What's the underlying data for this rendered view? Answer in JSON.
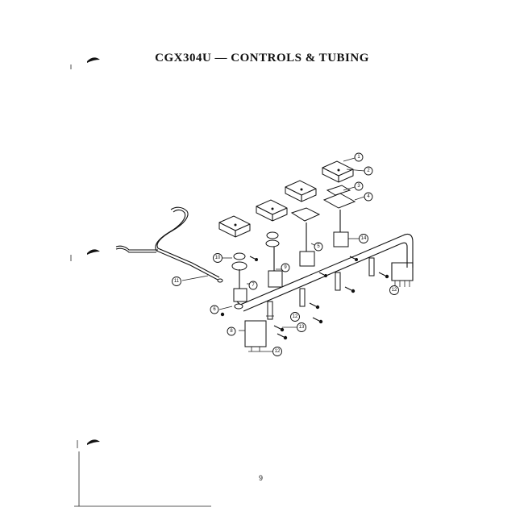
{
  "title": "CGX304U — CONTROLS & TUBING",
  "page_number": "9",
  "callouts": [
    {
      "id": "c1",
      "label": "1"
    },
    {
      "id": "c2",
      "label": "2"
    },
    {
      "id": "c3",
      "label": "3"
    },
    {
      "id": "c4",
      "label": "4"
    },
    {
      "id": "c5",
      "label": "5"
    },
    {
      "id": "c6",
      "label": "6"
    },
    {
      "id": "c7",
      "label": "7"
    },
    {
      "id": "c8",
      "label": "8"
    },
    {
      "id": "c9",
      "label": "9"
    },
    {
      "id": "c10",
      "label": "10"
    },
    {
      "id": "c11",
      "label": "11"
    },
    {
      "id": "c12a",
      "label": "12"
    },
    {
      "id": "c12b",
      "label": "12"
    },
    {
      "id": "c13",
      "label": "13"
    },
    {
      "id": "c14",
      "label": "14"
    },
    {
      "id": "c15",
      "label": "15"
    }
  ]
}
